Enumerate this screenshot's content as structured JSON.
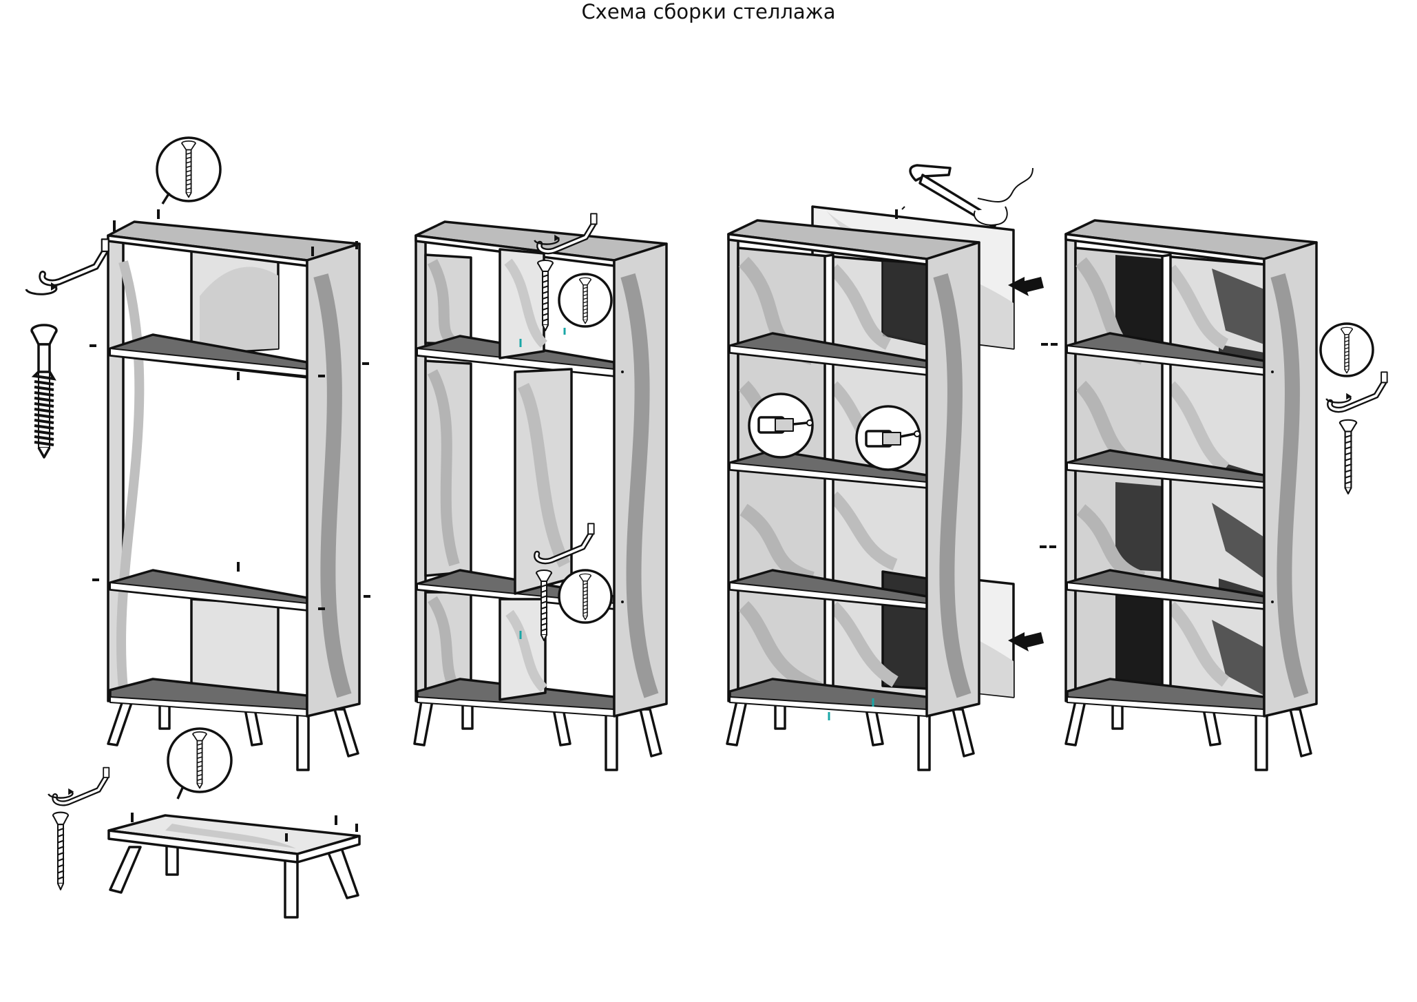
{
  "title": "Схема сборки стеллажа",
  "colors": {
    "line": "#111111",
    "panel": "#ededed",
    "shade": "#c6c6c6",
    "dark": "#4a4a4a",
    "black": "#1b1b1b",
    "dowel_marker": "#1aa7a7"
  },
  "steps": [
    {
      "name": "step-1-frame",
      "icons": [
        "confirmat-screw-icon",
        "allen-key-icon",
        "rotate-arrow-icon"
      ]
    },
    {
      "name": "step-2-partitions",
      "icons": [
        "confirmat-screw-icon",
        "allen-key-icon"
      ]
    },
    {
      "name": "step-3-back-panels",
      "icons": [
        "hammer-icon",
        "hand-icon",
        "push-arrow-icon",
        "dowel-icon"
      ]
    },
    {
      "name": "step-4-finished",
      "icons": [
        "confirmat-screw-icon",
        "allen-key-icon"
      ]
    },
    {
      "name": "step-0-base",
      "icons": [
        "confirmat-screw-icon",
        "allen-key-icon"
      ]
    }
  ]
}
